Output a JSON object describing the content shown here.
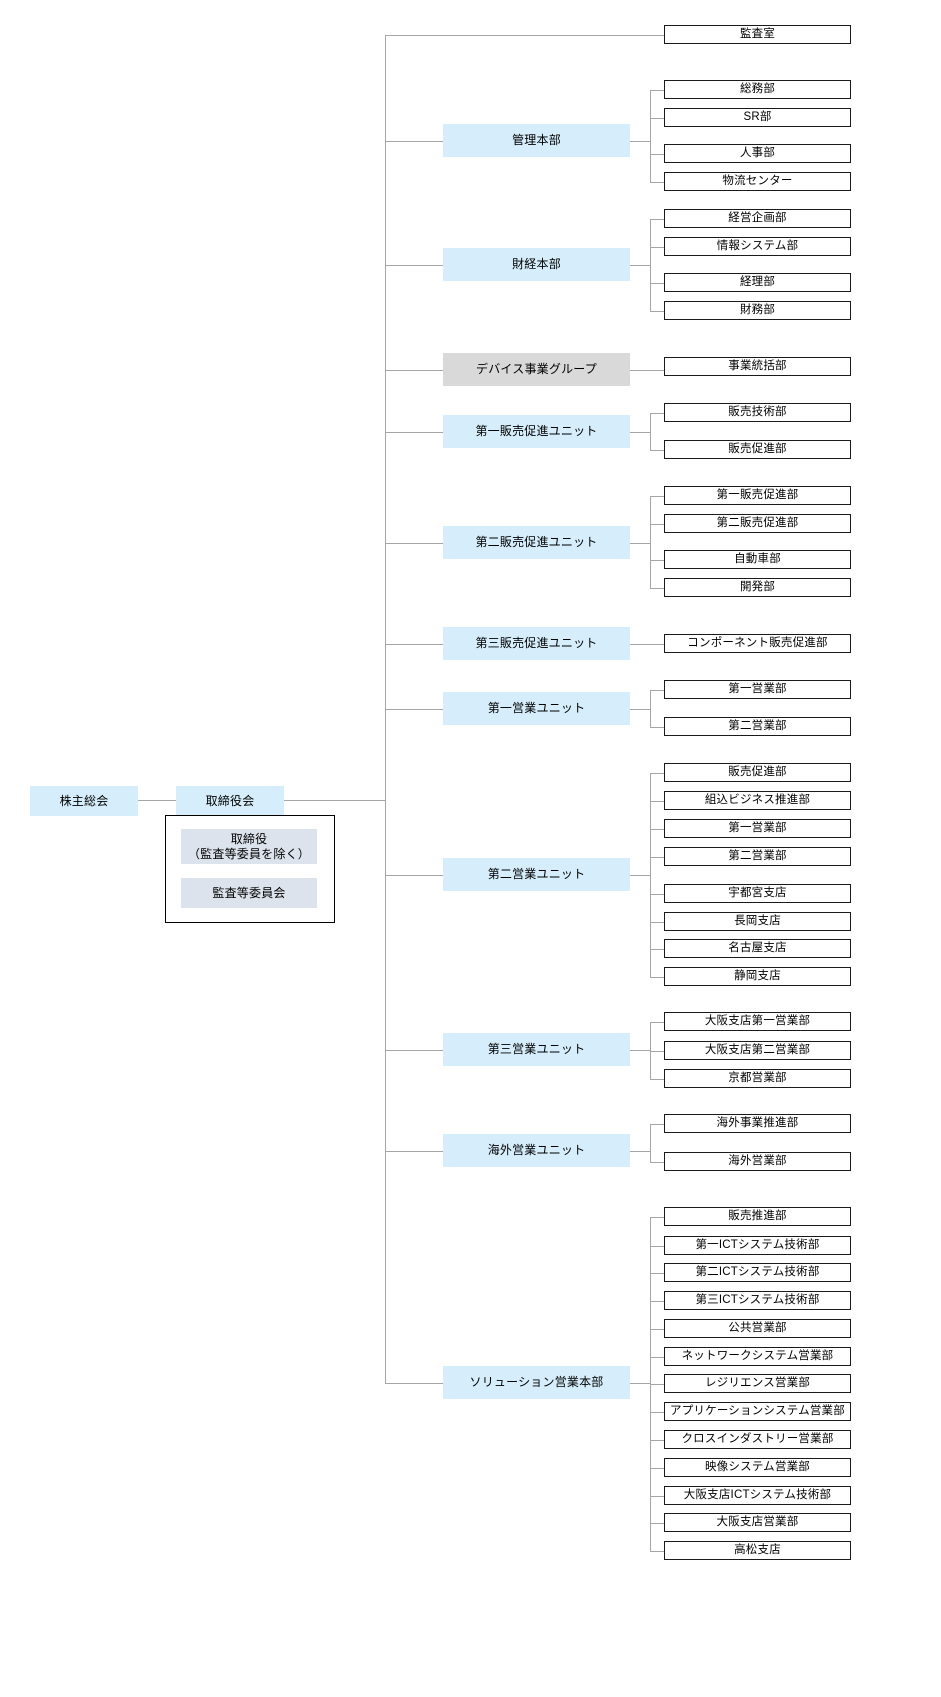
{
  "diagram": {
    "type": "organization-chart",
    "colors": {
      "unit_fill": "#d6eefb",
      "governance_fill": "#dce3ed",
      "group_fill": "#d9d9d9",
      "leaf_fill": "#ffffff",
      "leaf_border": "#1a1a1a",
      "connector": "#a6a6a6",
      "enclosure_border": "#000000"
    }
  },
  "governance": {
    "shareholders_meeting": "株主総会",
    "board_of_directors": "取締役会",
    "directors": "取締役\n（監査等委員を除く）",
    "audit_committee": "監査等委員会"
  },
  "top_level": {
    "audit_office": "監査室"
  },
  "divisions": [
    {
      "name": "管理本部",
      "style": "blue",
      "children": [
        "総務部",
        "SR部",
        "人事部",
        "物流センター"
      ]
    },
    {
      "name": "財経本部",
      "style": "blue",
      "children": [
        "経営企画部",
        "情報システム部",
        "経理部",
        "財務部"
      ]
    },
    {
      "name": "デバイス事業グループ",
      "style": "grey",
      "children": [
        "事業統括部"
      ]
    },
    {
      "name": "第一販売促進ユニット",
      "style": "blue",
      "children": [
        "販売技術部",
        "販売促進部"
      ]
    },
    {
      "name": "第二販売促進ユニット",
      "style": "blue",
      "children": [
        "第一販売促進部",
        "第二販売促進部",
        "自動車部",
        "開発部"
      ]
    },
    {
      "name": "第三販売促進ユニット",
      "style": "blue",
      "children": [
        "コンポーネント販売促進部"
      ]
    },
    {
      "name": "第一営業ユニット",
      "style": "blue",
      "children": [
        "第一営業部",
        "第二営業部"
      ]
    },
    {
      "name": "第二営業ユニット",
      "style": "blue",
      "children": [
        "販売促進部",
        "組込ビジネス推進部",
        "第一営業部",
        "第二営業部",
        "宇都宮支店",
        "長岡支店",
        "名古屋支店",
        "静岡支店"
      ]
    },
    {
      "name": "第三営業ユニット",
      "style": "blue",
      "children": [
        "大阪支店第一営業部",
        "大阪支店第二営業部",
        "京都営業部"
      ]
    },
    {
      "name": "海外営業ユニット",
      "style": "blue",
      "children": [
        "海外事業推進部",
        "海外営業部"
      ]
    },
    {
      "name": "ソリューション営業本部",
      "style": "blue",
      "children": [
        "販売推進部",
        "第一ICTシステム技術部",
        "第二ICTシステム技術部",
        "第三ICTシステム技術部",
        "公共営業部",
        "ネットワークシステム営業部",
        "レジリエンス営業部",
        "アプリケーションシステム営業部",
        "クロスインダストリー営業部",
        "映像システム営業部",
        "大阪支店ICTシステム技術部",
        "大阪支店営業部",
        "高松支店"
      ]
    }
  ]
}
